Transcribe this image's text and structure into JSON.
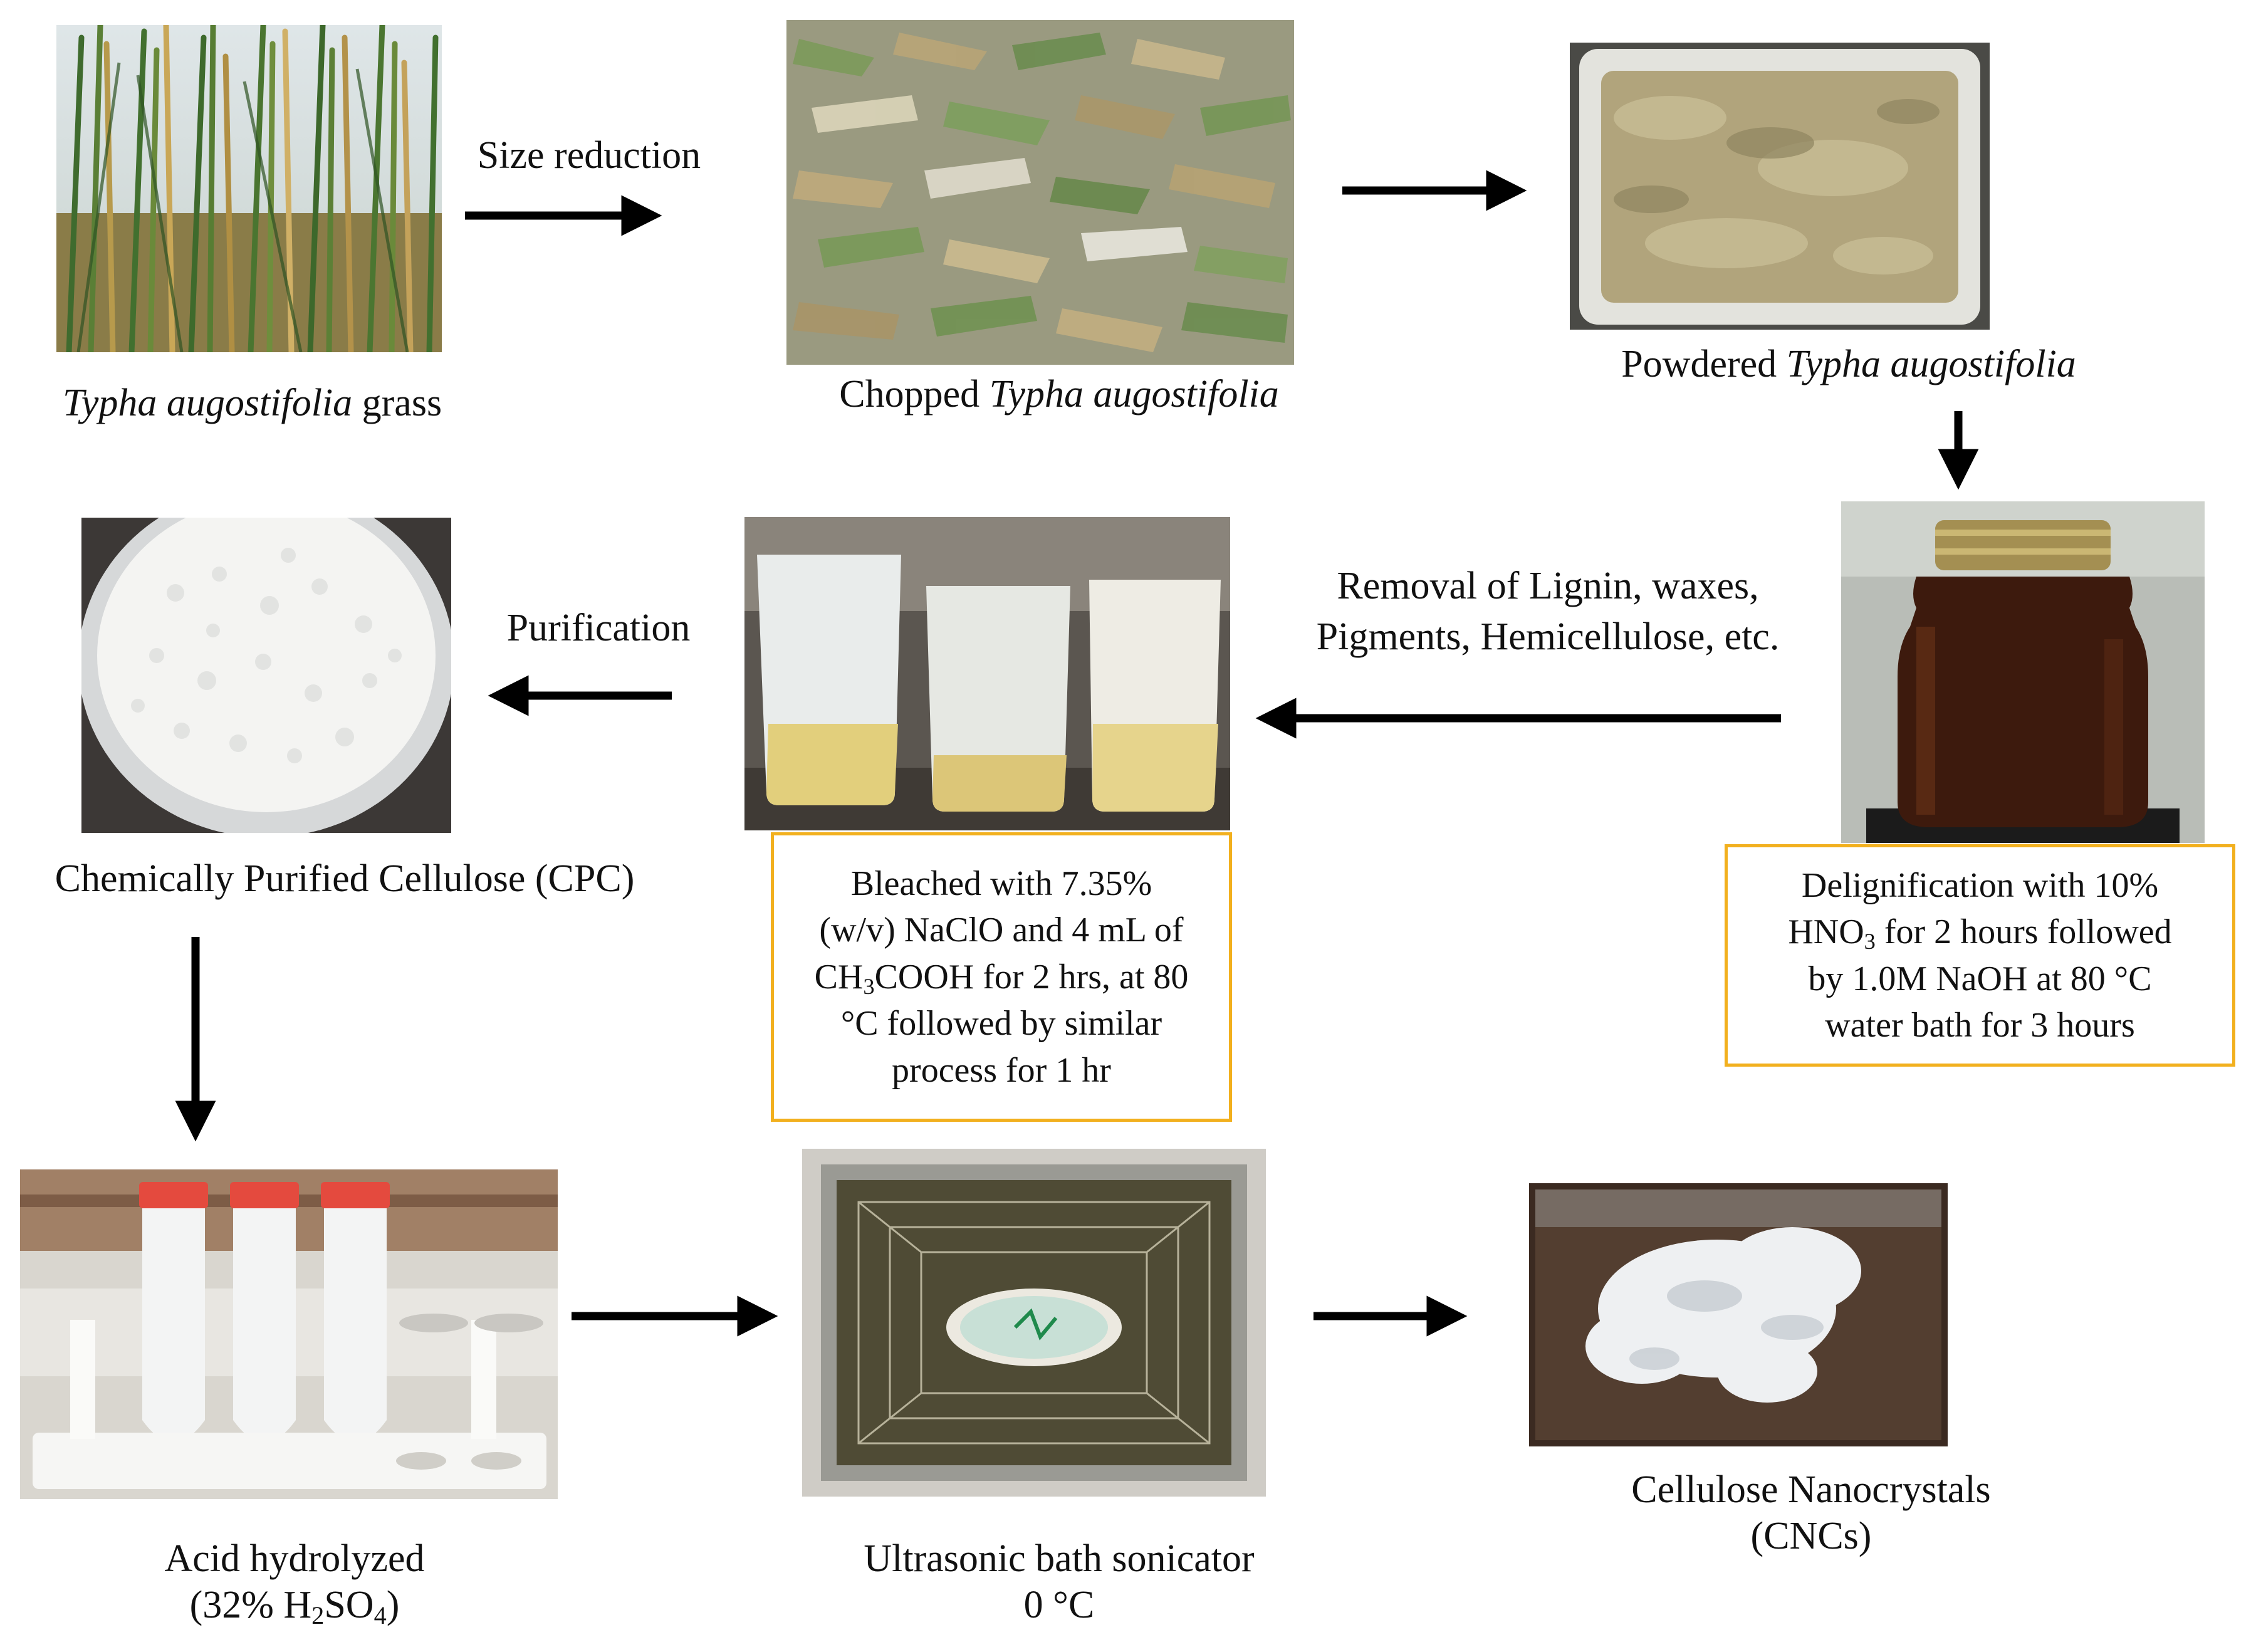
{
  "photos": {
    "grass": "Typha augostifolia grass photo",
    "chopped": "Chopped leaves photo",
    "powdered": "Powdered material in container photo",
    "jar": "Dark liquid in glass jar photo",
    "beakers": "Three beakers with bleached pulp photo",
    "cpc": "White cellulose granules on plate photo",
    "tubes": "Centrifuge tubes in rack photo",
    "sonicator": "Ultrasonic bath basket photo",
    "cnc": "White cellulose nanocrystal powder photo"
  },
  "labels": {
    "grass_italic": "Typha augostifolia",
    "grass_rest": " grass",
    "chopped_prefix": "Chopped ",
    "chopped_italic": "Typha augostifolia",
    "powdered_prefix": "Powdered ",
    "powdered_italic": "Typha augostifolia",
    "cpc": "Chemically Purified Cellulose (CPC)",
    "acid_line1": "Acid hydrolyzed",
    "acid_line2_a": "(32% H",
    "acid_line2_sub1": "2",
    "acid_line2_b": "SO",
    "acid_line2_sub2": "4",
    "acid_line2_c": ")",
    "sonic_line1": "Ultrasonic bath sonicator",
    "sonic_line2": "0 °C",
    "cnc_line1": "Cellulose Nanocrystals",
    "cnc_line2": "(CNCs)"
  },
  "steps": {
    "size_reduction": "Size reduction",
    "removal_line1": "Removal of Lignin, waxes,",
    "removal_line2": "Pigments, Hemicellulose, etc.",
    "purification": "Purification"
  },
  "boxes": {
    "bleach_l1": "Bleached with 7.35%",
    "bleach_l2": "(w/v) NaClO and 4 mL of",
    "bleach_l3_a": "CH",
    "bleach_l3_sub": "3",
    "bleach_l3_b": "COOH for 2 hrs, at 80",
    "bleach_l4": "°C followed by similar",
    "bleach_l5": "process for 1 hr",
    "delig_l1": "Delignification with 10%",
    "delig_l2_a": "HNO",
    "delig_l2_sub": "3",
    "delig_l2_b": " for 2 hours followed",
    "delig_l3": "by 1.0M NaOH at 80 °C",
    "delig_l4": "water bath for 3 hours"
  },
  "colors": {
    "box_border": "#f2b01e",
    "arrow": "#000000"
  }
}
